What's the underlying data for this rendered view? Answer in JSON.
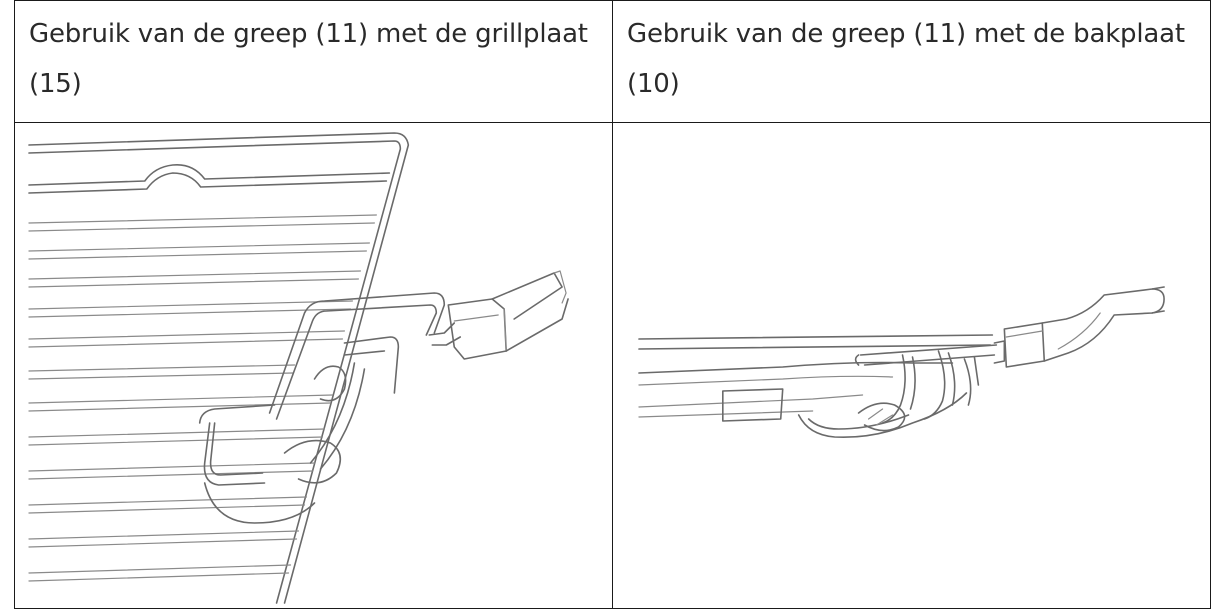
{
  "table": {
    "columns": [
      {
        "caption": "Gebruik van de greep (11) met de grillplaat (15)",
        "illustration": "grill-grate-with-handle"
      },
      {
        "caption": "Gebruik van de greep (11) met de bakplaat (10)",
        "illustration": "baking-tray-with-handle"
      }
    ]
  }
}
